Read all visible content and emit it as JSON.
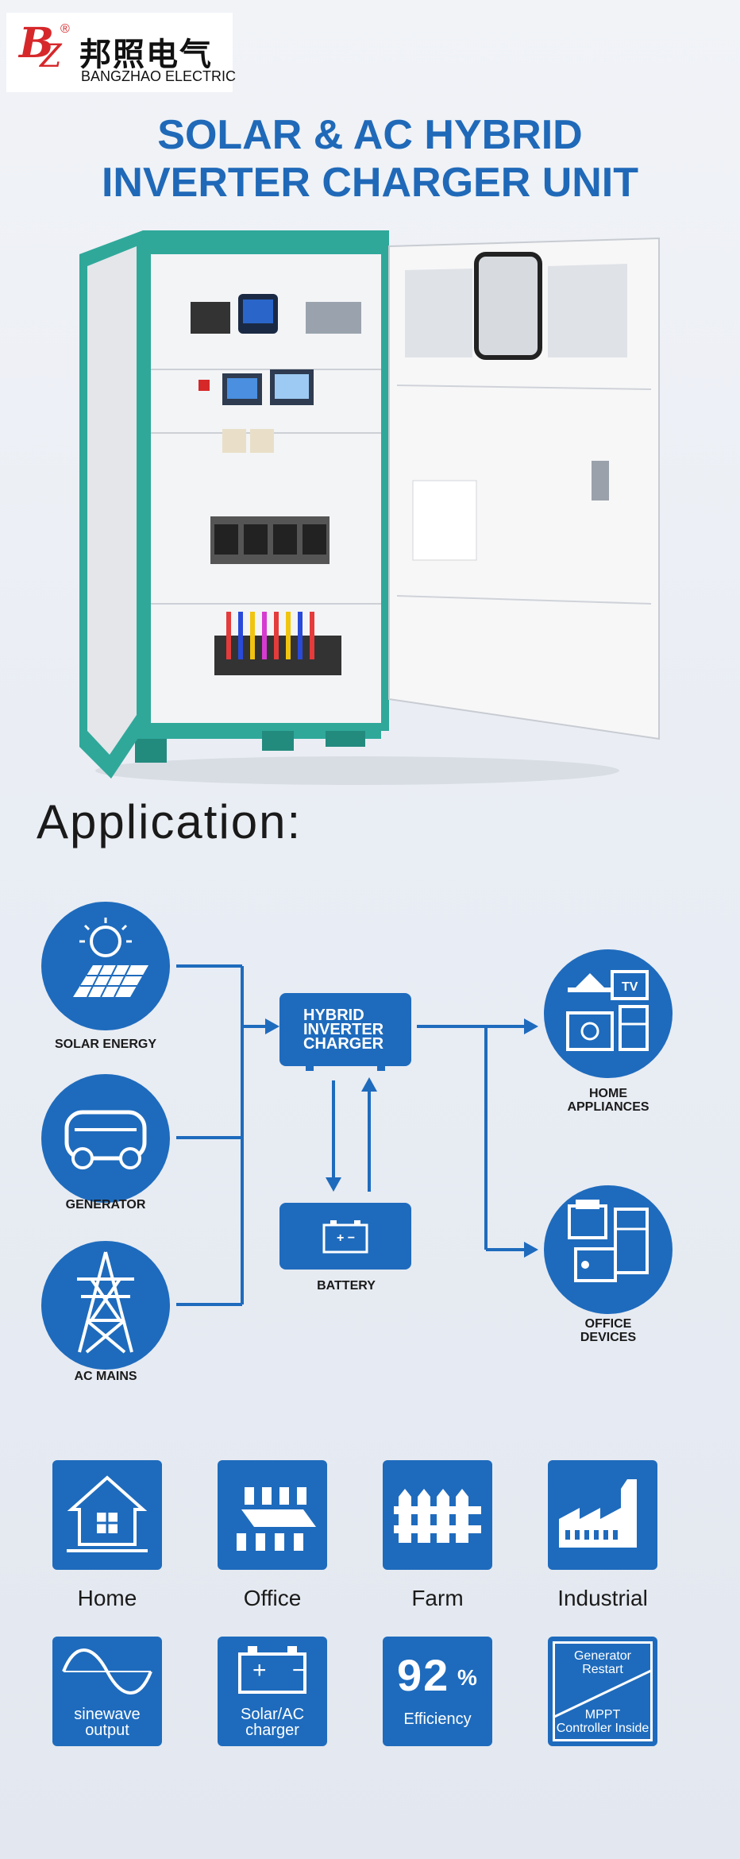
{
  "brand": {
    "cn": "邦照电气",
    "en": "BANGZHAO ELECTRIC",
    "registered": "®"
  },
  "title": {
    "line1": "SOLAR & AC HYBRID",
    "line2": "INVERTER CHARGER UNIT"
  },
  "application": {
    "heading": "Application:",
    "sources": [
      "SOLAR ENERGY",
      "GENERATOR",
      "AC MAINS"
    ],
    "center": {
      "line1": "HYBRID",
      "line2": "INVERTER",
      "line3": "CHARGER"
    },
    "battery": "BATTERY",
    "battery_symbols": "+ −",
    "outputs": [
      {
        "line1": "HOME",
        "line2": "APPLIANCES"
      },
      {
        "line1": "OFFICE",
        "line2": "DEVICES"
      }
    ],
    "tv_text": "TV"
  },
  "scenes": [
    "Home",
    "Office",
    "Farm",
    "Industrial"
  ],
  "features": {
    "sinewave": {
      "line1": "sinewave",
      "line2": "output"
    },
    "charger": {
      "symbols": "+ −",
      "line1": "Solar/AC",
      "line2": "charger"
    },
    "efficiency": {
      "value": "92",
      "unit": "%",
      "label": "Efficiency"
    },
    "mppt": {
      "top1": "Generator",
      "top2": "Restart",
      "bottom1": "MPPT",
      "bottom2": "Controller Inside"
    }
  },
  "colors": {
    "brand_blue": "#1e6bbd",
    "cabinet_green": "#2fa89a",
    "title_blue": "#1f69b8"
  }
}
